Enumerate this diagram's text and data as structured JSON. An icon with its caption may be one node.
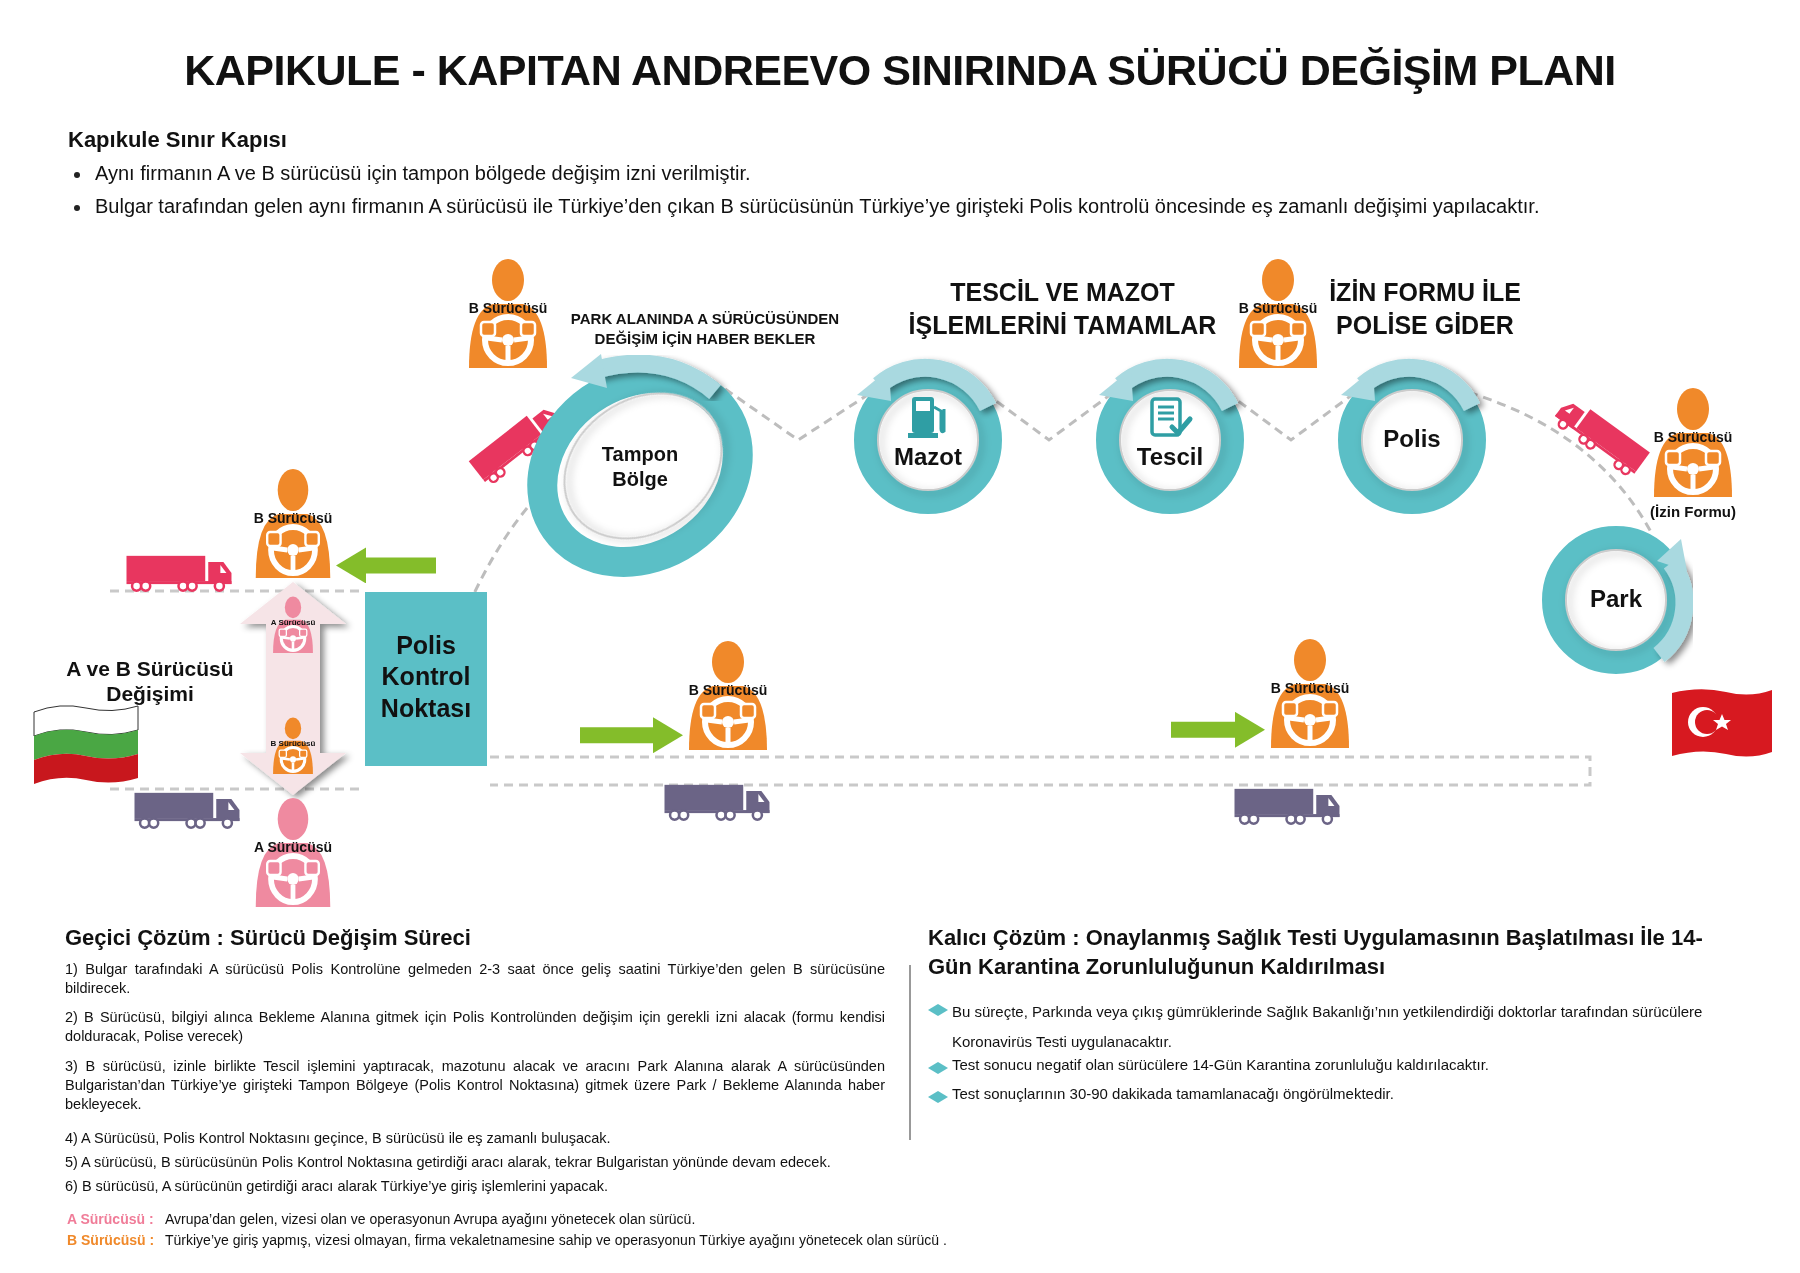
{
  "diagram": {
    "title": "KAPIKULE - KAPITAN ANDREEVO SINIRINDA SÜRÜCÜ DEĞİŞİM PLANI",
    "nodes": [
      {
        "text": [
          "Tampon Bölge"
        ]
      },
      {
        "text": [
          "Mazot"
        ]
      },
      {
        "text": [
          "Tescil"
        ]
      },
      {
        "text": [
          "Polis"
        ]
      },
      {
        "text": [
          "Park"
        ]
      },
      {
        "text": [
          "Polis Kontrol Noktası"
        ]
      },
      {
        "text": [
          "B Sürücüsü"
        ]
      },
      {
        "text": [
          "B Sürücüsü"
        ]
      },
      {
        "text": [
          "B Sürücüsü"
        ],
        "beside": [
          "(İzin Formu)"
        ]
      },
      {
        "text": [
          "B Sürücüsü"
        ]
      },
      {
        "text": [
          "A ve B Sürücüsü Değişimi"
        ]
      },
      {
        "text": [
          "A Sürücüsü"
        ],
        "in": 10
      },
      {
        "text": [
          "B Sürücüsü"
        ],
        "in": 10
      },
      {
        "text": [
          "A Sürücüsü"
        ]
      },
      {
        "text": [
          "B Sürücüsü"
        ]
      },
      {
        "text": [
          "B Sürücüsü"
        ]
      }
    ],
    "edges": [
      {
        "from": 5,
        "to": 0,
        "arrow": "none",
        "style": "dashed"
      },
      {
        "from": 0,
        "to": 1,
        "arrow": "none",
        "style": "dashed"
      },
      {
        "from": 1,
        "to": 2,
        "arrow": "none",
        "style": "dashed"
      },
      {
        "from": 2,
        "to": 3,
        "arrow": "none",
        "style": "dashed"
      },
      {
        "from": 3,
        "to": 4,
        "arrow": "none",
        "style": "dashed"
      },
      {
        "from": null,
        "to": 9,
        "arrow": "to",
        "style": "thick",
        "color": "#84bd2a"
      },
      {
        "from": null,
        "to": 14,
        "arrow": "to",
        "style": "thick",
        "color": "#84bd2a"
      },
      {
        "from": null,
        "to": 15,
        "arrow": "to",
        "style": "thick",
        "color": "#84bd2a"
      }
    ],
    "labels": [
      "Kapıkule Sınır Kapısı",
      "Aynı firmanın A ve B sürücüsü için tampon bölgede değişim izni verilmiştir.",
      "Bulgar tarafından gelen aynı firmanın A sürücüsü ile Türkiye’den çıkan B sürücüsünün Türkiye’ye girişteki Polis kontrolü öncesinde eş zamanlı değişimi yapılacaktır.",
      "PARK ALANINDA A SÜRÜCÜSÜNDEN DEĞİŞİM İÇİN HABER BEKLER",
      "TESCİL VE MAZOT İŞLEMLERİNİ TAMAMLAR",
      "İZİN FORMU İLE POLİSE GİDER",
      "Geçici Çözüm : Sürücü Değişim Süreci",
      "1) Bulgar tarafındaki A sürücüsü Polis Kontrolüne gelmeden 2-3 saat önce geliş saatini Türkiye’den gelen B sürücüsüne bildirecek.",
      "2) B Sürücüsü, bilgiyi alınca Bekleme Alanına gitmek için Polis Kontrolünden değişim için gerekli izni alacak (formu kendisi dolduracak, Polise verecek)",
      "3) B sürücüsü, izinle birlikte Tescil işlemini yaptıracak, mazotunu alacak ve aracını Park Alanına alarak A sürücüsünden Bulgaristan’dan Türkiye’ye girişteki Tampon Bölgeye (Polis Kontrol Noktasına) gitmek üzere Park / Bekleme Alanında haber bekleyecek.",
      "4) A Sürücüsü, Polis Kontrol Noktasını geçince, B sürücüsü ile eş zamanlı buluşacak.",
      "5) A sürücüsü, B sürücüsünün Polis Kontrol Noktasına getirdiği aracı alarak, tekrar Bulgaristan yönünde devam edecek.",
      "6) B sürücüsü, A sürücünün getirdiği aracı alarak Türkiye’ye giriş işlemlerini yapacak.",
      "A Sürücüsü :",
      "Avrupa’dan gelen, vizesi olan ve operasyonun Avrupa ayağını yönetecek olan sürücü.",
      "B Sürücüsü :",
      "Türkiye’ye giriş yapmış, vizesi olmayan, firma vekaletnamesine sahip ve operasyonun Türkiye ayağını yönetecek olan sürücü .",
      "Kalıcı Çözüm : Onaylanmış Sağlık Testi Uygulamasının Başlatılması İle 14-Gün Karantina Zorunluluğunun Kaldırılması",
      "Bu süreçte, Parkında veya çıkış gümrüklerinde Sağlık Bakanlığı’nın yetkilendirdiği doktorlar tarafından sürücülere Koronavirüs Testi uygulanacaktır.",
      "Test sonucu negatif olan sürücülere 14-Gün Karantina zorunluluğu kaldırılacaktır.",
      "Test sonuçlarının 30-90 dakikada tamamlanacağı öngörülmektedir."
    ]
  }
}
